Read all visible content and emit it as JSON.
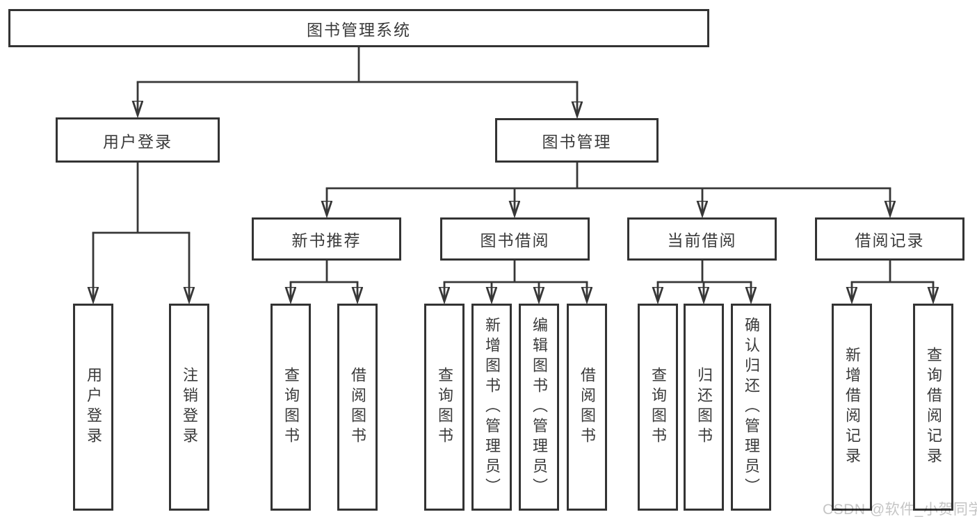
{
  "diagram": {
    "title": "图书管理系统",
    "branches": [
      {
        "label": "用户登录",
        "children": [
          "用户登录",
          "注销登录"
        ]
      },
      {
        "label": "图书管理",
        "groups": [
          {
            "label": "新书推荐",
            "children": [
              "查询图书",
              "借阅图书"
            ]
          },
          {
            "label": "图书借阅",
            "children": [
              "查询图书",
              "新增图书（管理员）",
              "编辑图书（管理员）",
              "借阅图书"
            ]
          },
          {
            "label": "当前借阅",
            "children": [
              "查询图书",
              "归还图书",
              "确认归还（管理员）"
            ]
          },
          {
            "label": "借阅记录",
            "children": [
              "新增借阅记录",
              "查询借阅记录"
            ]
          }
        ]
      }
    ],
    "colors": {
      "line": "#373737",
      "box_border": "#333333",
      "box_fill": "#ffffff",
      "text": "#3a3a3a"
    }
  },
  "watermark": {
    "text": "CSDN @软件_小贺同学",
    "color": "#c5c5c5"
  }
}
